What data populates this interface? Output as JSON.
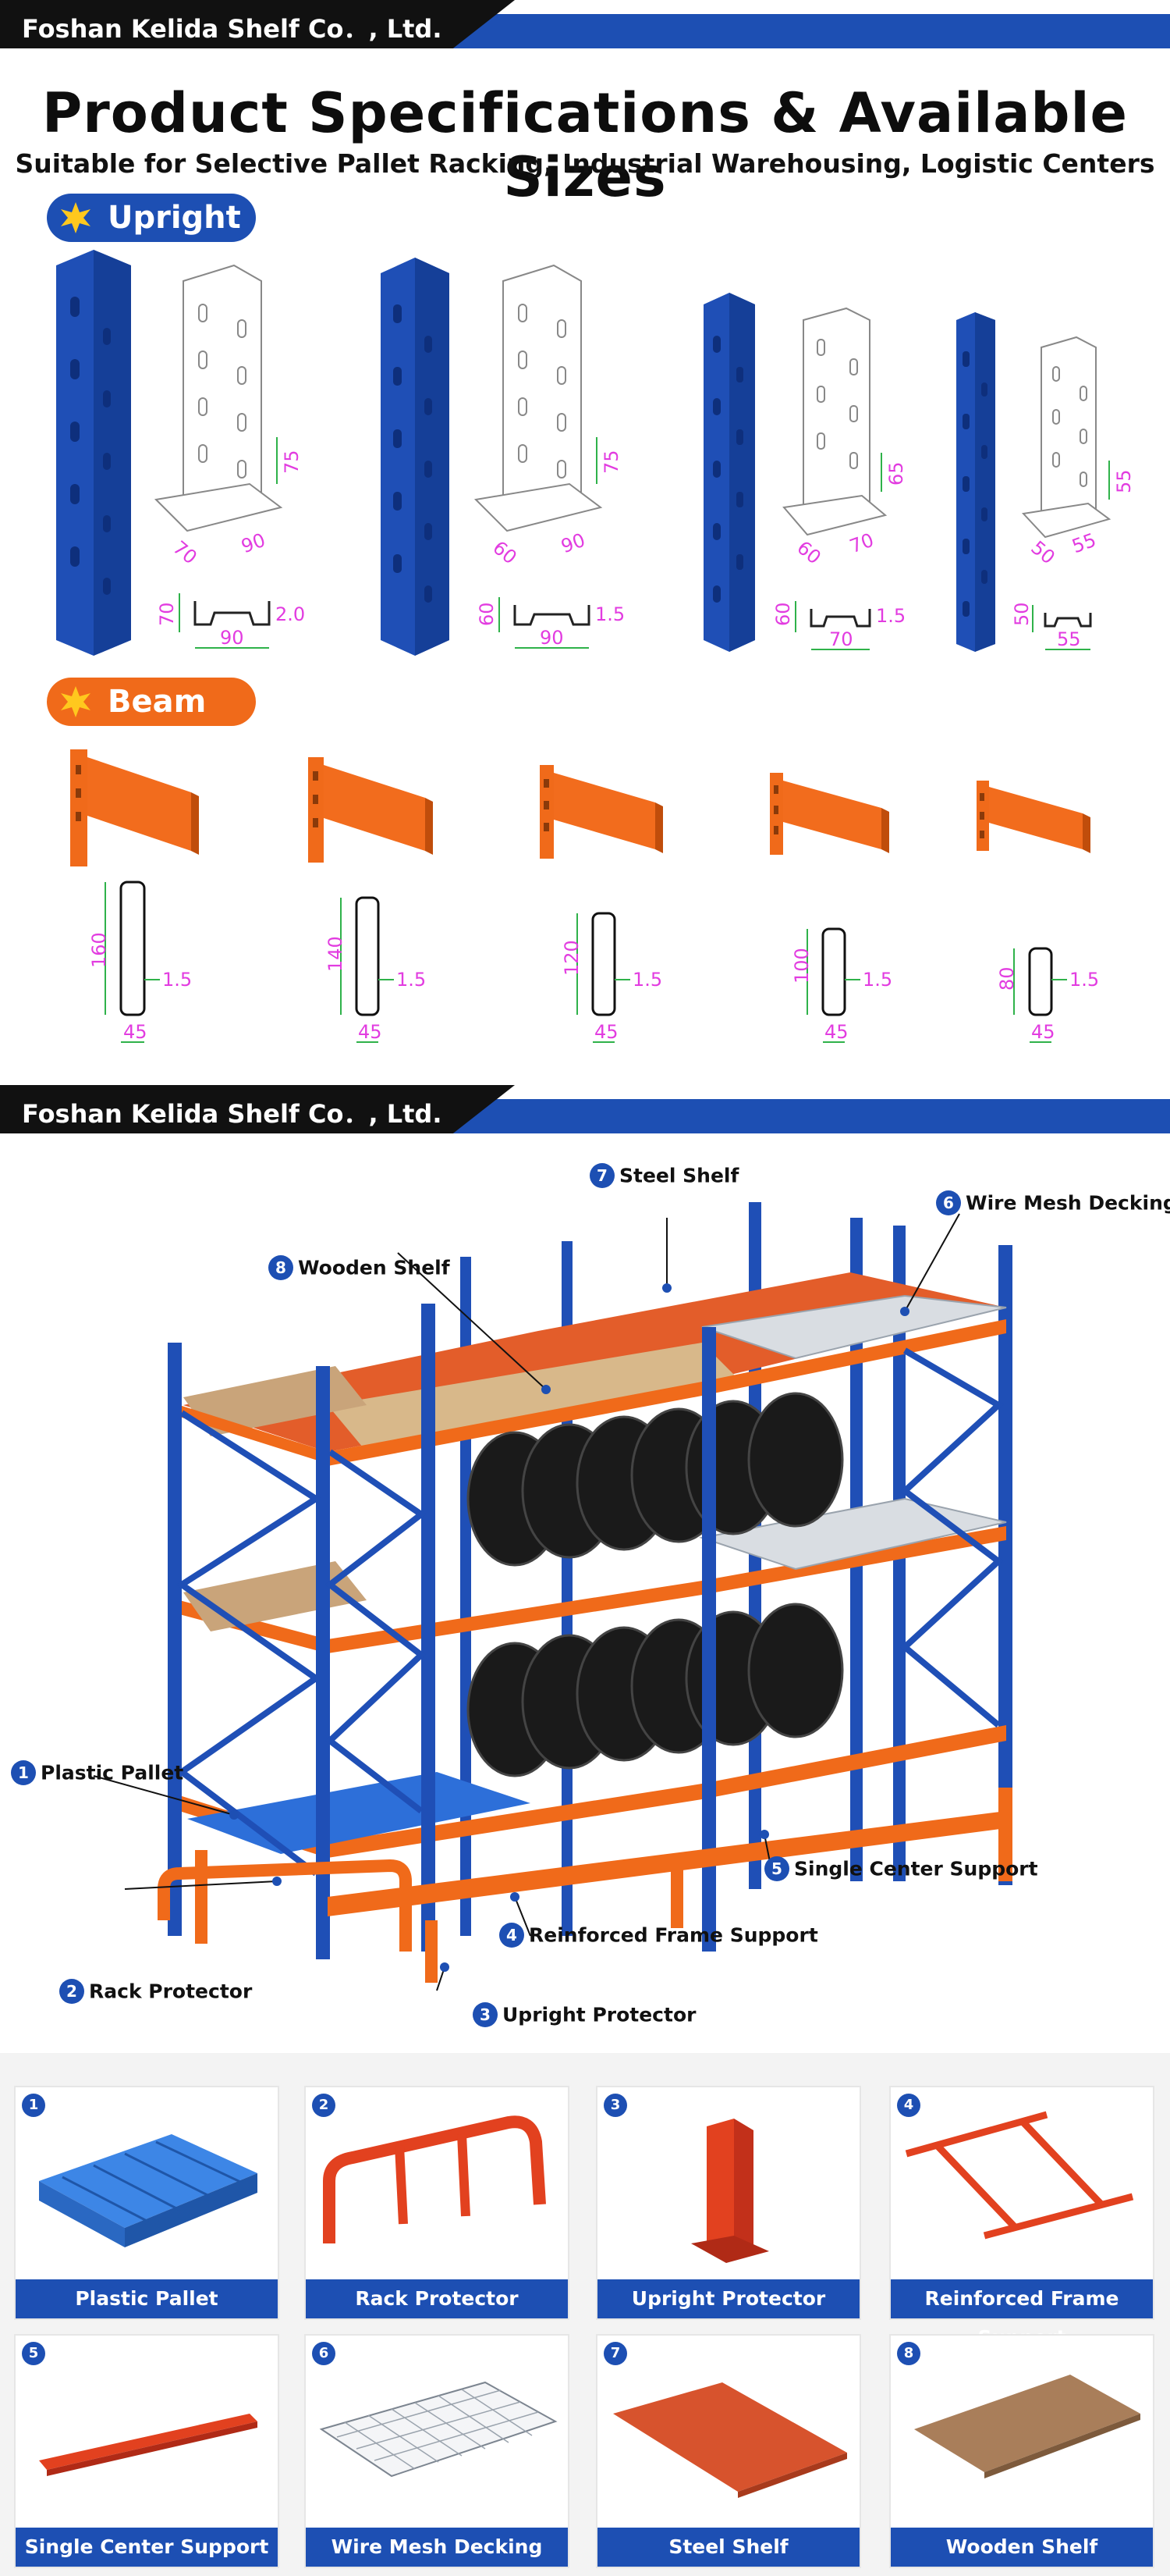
{
  "company": "Foshan Kelida Shelf Co．, Ltd.",
  "title": "Product Specifications & Available Sizes",
  "subtitle": "Suitable for Selective Pallet Racking, Industrial Warehousing, Logistic Centers",
  "sections": {
    "upright": "Upright",
    "beam": "Beam"
  },
  "uprights": [
    {
      "depth": "70",
      "width": "90",
      "height_mark": "75",
      "section_h": "70",
      "thickness": "2.0",
      "base": "90"
    },
    {
      "depth": "60",
      "width": "90",
      "height_mark": "75",
      "section_h": "60",
      "thickness": "1.5",
      "base": "90"
    },
    {
      "depth": "60",
      "width": "70",
      "height_mark": "65",
      "section_h": "60",
      "thickness": "1.5",
      "base": "70"
    },
    {
      "depth": "50",
      "width": "55",
      "height_mark": "55",
      "section_h": "50",
      "thickness": "",
      "base": "55"
    }
  ],
  "beams": [
    {
      "height": "160",
      "thickness": "1.5",
      "width": "45"
    },
    {
      "height": "140",
      "thickness": "1.5",
      "width": "45"
    },
    {
      "height": "120",
      "thickness": "1.5",
      "width": "45"
    },
    {
      "height": "100",
      "thickness": "1.5",
      "width": "45"
    },
    {
      "height": "80",
      "thickness": "1.5",
      "width": "45"
    }
  ],
  "callouts": [
    {
      "num": "1",
      "label": "Plastic Pallet"
    },
    {
      "num": "2",
      "label": "Rack Protector"
    },
    {
      "num": "3",
      "label": "Upright Protector"
    },
    {
      "num": "4",
      "label": "Reinforced Frame Support"
    },
    {
      "num": "5",
      "label": "Single Center Support"
    },
    {
      "num": "6",
      "label": "Wire Mesh Decking"
    },
    {
      "num": "7",
      "label": "Steel Shelf"
    },
    {
      "num": "8",
      "label": "Wooden Shelf"
    }
  ],
  "colors": {
    "brand_blue": "#1d4fb3",
    "accent_orange": "#f06a1a",
    "dimension": "#e23ce0"
  }
}
